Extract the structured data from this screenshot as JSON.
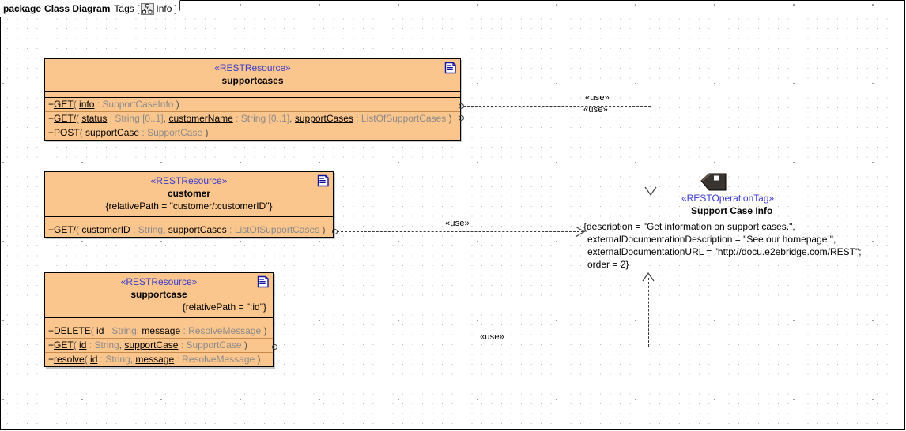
{
  "frame": {
    "keyword": "package",
    "name": "Class Diagram",
    "tags_label": "Tags [",
    "info_label": "Info",
    "tags_close": "]",
    "info_icon": "hierarchy-icon"
  },
  "colors": {
    "class_fill": "#fbc68d",
    "class_border": "#000000",
    "stereotype_text": "#3a3ad0",
    "type_text": "#8a8a8a",
    "connector": "#3a3a3a",
    "background": "#ffffff"
  },
  "classes": [
    {
      "id": "supportcases",
      "stereotype": "«RESTResource»",
      "name": "supportcases",
      "property": "",
      "icon": "document-note-icon",
      "operations": [
        {
          "visibility": "+",
          "name": "GET",
          "params": [
            {
              "pname": "info",
              "sep": " : ",
              "type": "SupportCaseInfo"
            }
          ]
        },
        {
          "visibility": "+",
          "name": "GET/",
          "params": [
            {
              "pname": "status",
              "sep": " : ",
              "type": "String [0..1]"
            },
            {
              "pname": "customerName",
              "sep": " : ",
              "type": "String [0..1]"
            },
            {
              "pname": "supportCases",
              "sep": " : ",
              "type": "ListOfSupportCases"
            }
          ]
        },
        {
          "visibility": "+",
          "name": "POST",
          "params": [
            {
              "pname": "supportCase",
              "sep": " : ",
              "type": "SupportCase"
            }
          ]
        }
      ]
    },
    {
      "id": "customer",
      "stereotype": "«RESTResource»",
      "name": "customer",
      "property": "{relativePath = \"customer/:customerID\"}",
      "icon": "document-note-icon",
      "operations": [
        {
          "visibility": "+",
          "name": "GET/",
          "params": [
            {
              "pname": "customerID",
              "sep": " : ",
              "type": "String"
            },
            {
              "pname": "supportCases",
              "sep": " : ",
              "type": "ListOfSupportCases"
            }
          ]
        }
      ]
    },
    {
      "id": "supportcase",
      "stereotype": "«RESTResource»",
      "name": "supportcase",
      "property": "{relativePath = \":id\"}",
      "icon": "document-note-icon",
      "operations": [
        {
          "visibility": "+",
          "name": "DELETE",
          "params": [
            {
              "pname": "id",
              "sep": " : ",
              "type": "String"
            },
            {
              "pname": "message",
              "sep": " : ",
              "type": "ResolveMessage"
            }
          ]
        },
        {
          "visibility": "+",
          "name": "GET",
          "params": [
            {
              "pname": "id",
              "sep": " : ",
              "type": "String"
            },
            {
              "pname": "supportCase",
              "sep": " : ",
              "type": "SupportCase"
            }
          ]
        },
        {
          "visibility": "+",
          "name": "resolve",
          "params": [
            {
              "pname": "id",
              "sep": " : ",
              "type": "String"
            },
            {
              "pname": "message",
              "sep": " : ",
              "type": "ResolveMessage"
            }
          ]
        }
      ]
    }
  ],
  "tag_node": {
    "icon": "tag-icon",
    "stereotype": "«RESTOperationTag»",
    "name": "Support Case Info",
    "body_lines": [
      "{description = \"Get information on support cases.\",",
      "externalDocumentationDescription = \"See our homepage.\",",
      "externalDocumentationURL = \"http://docu.e2ebridge.com/REST\";",
      "order = 2}"
    ]
  },
  "connectors": [
    {
      "id": "use-1",
      "label": "«use»",
      "from": "supportcases.GET",
      "to": "tag-node"
    },
    {
      "id": "use-2",
      "label": "«use»",
      "from": "supportcases.GET-slash",
      "to": "tag-node"
    },
    {
      "id": "use-3",
      "label": "«use»",
      "from": "customer.GET-slash",
      "to": "tag-node"
    },
    {
      "id": "use-4",
      "label": "«use»",
      "from": "supportcase.GET",
      "to": "tag-node"
    }
  ]
}
